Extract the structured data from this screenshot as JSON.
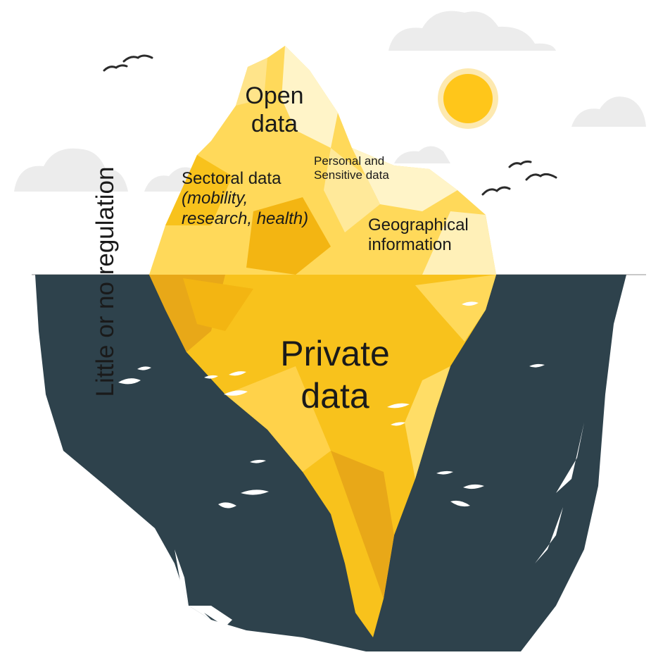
{
  "labels": {
    "open_data": [
      "Open",
      "data"
    ],
    "personal_sensitive": [
      "Personal and",
      "Sensitive data"
    ],
    "sectoral_title": "Sectoral data",
    "sectoral_examples": [
      "(mobility,",
      "research, health)"
    ],
    "geographical": [
      "Geographical",
      "information"
    ],
    "private_data": [
      "Private",
      "data"
    ],
    "regulation_axis": "Little or no regulation"
  },
  "colors": {
    "water": "#2e424c",
    "ice_light": "#fff4c8",
    "ice_mid": "#ffd95a",
    "ice_dark": "#f8c21c",
    "ice_shadow": "#e8a818",
    "cloud": "#ececec",
    "sun": "#ffc61a",
    "sun_halo": "#fde9b0",
    "bird": "#2b2b2b",
    "fish": "#ffffff"
  },
  "icons": [
    "cloud-icon",
    "sun-icon",
    "bird-icon",
    "fish-icon"
  ]
}
